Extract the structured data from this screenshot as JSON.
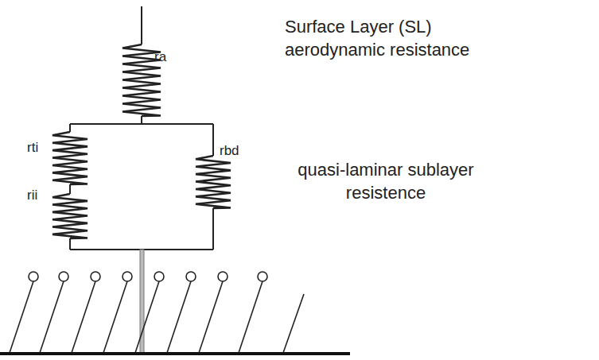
{
  "diagram": {
    "labels": [
      "ra",
      "rti",
      "rii",
      "rbd",
      "Surface Layer (SL) aerodynamic resistance",
      "quasi-laminar sublayer resistence"
    ]
  }
}
